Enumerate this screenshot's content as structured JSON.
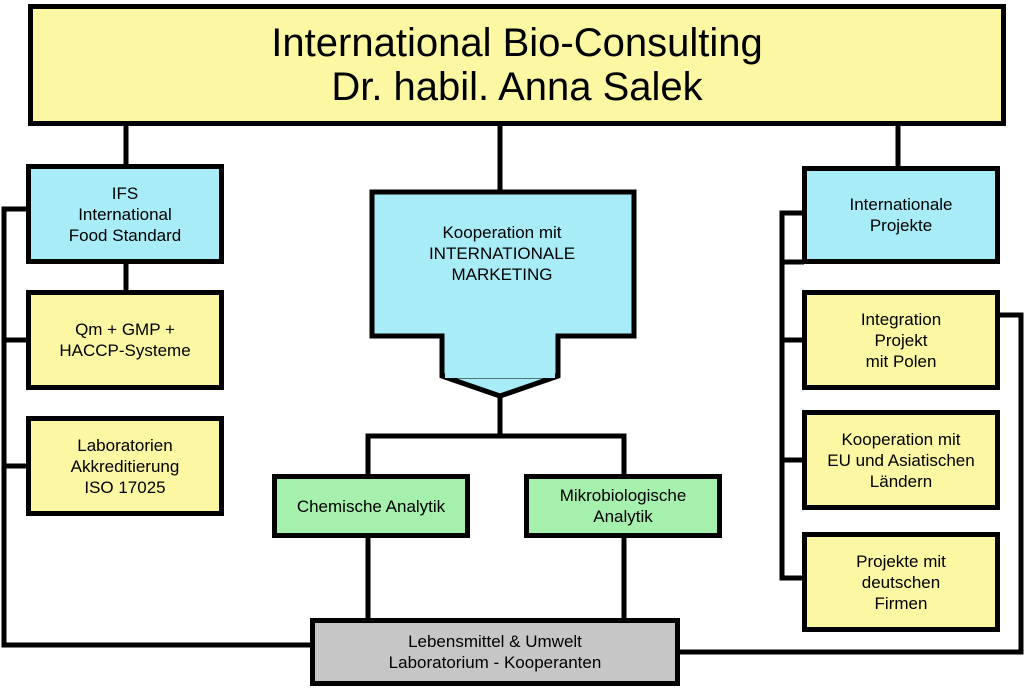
{
  "colors": {
    "title_bg": "#fbf7a2",
    "info_bg": "#a7ecf6",
    "analytics_bg": "#a6f0ae",
    "lab_bg": "#c6c6c6",
    "line": "#000000"
  },
  "title": {
    "line1": "International Bio-Consulting",
    "line2": "Dr. habil. Anna Salek"
  },
  "left": {
    "ifs": "IFS\nInternational\nFood Standard",
    "qm": "Qm + GMP +\nHACCP-Systeme",
    "labor": "Laboratorien\nAkkreditierung\nISO 17025"
  },
  "center": {
    "kooperation": "Kooperation mit\nINTERNATIONALE\nMARKETING",
    "chemische": "Chemische Analytik",
    "mikrobiologische": "Mikrobiologische\nAnalytik",
    "lebensmittel": "Lebensmittel & Umwelt\nLaboratorium - Kooperanten"
  },
  "right": {
    "internationale": "Internationale\nProjekte",
    "integration": "Integration\nProjekt\nmit Polen",
    "eu": "Kooperation mit\nEU und Asiatischen\nLändern",
    "deutsche": "Projekte mit\ndeutschen\nFirmen"
  }
}
